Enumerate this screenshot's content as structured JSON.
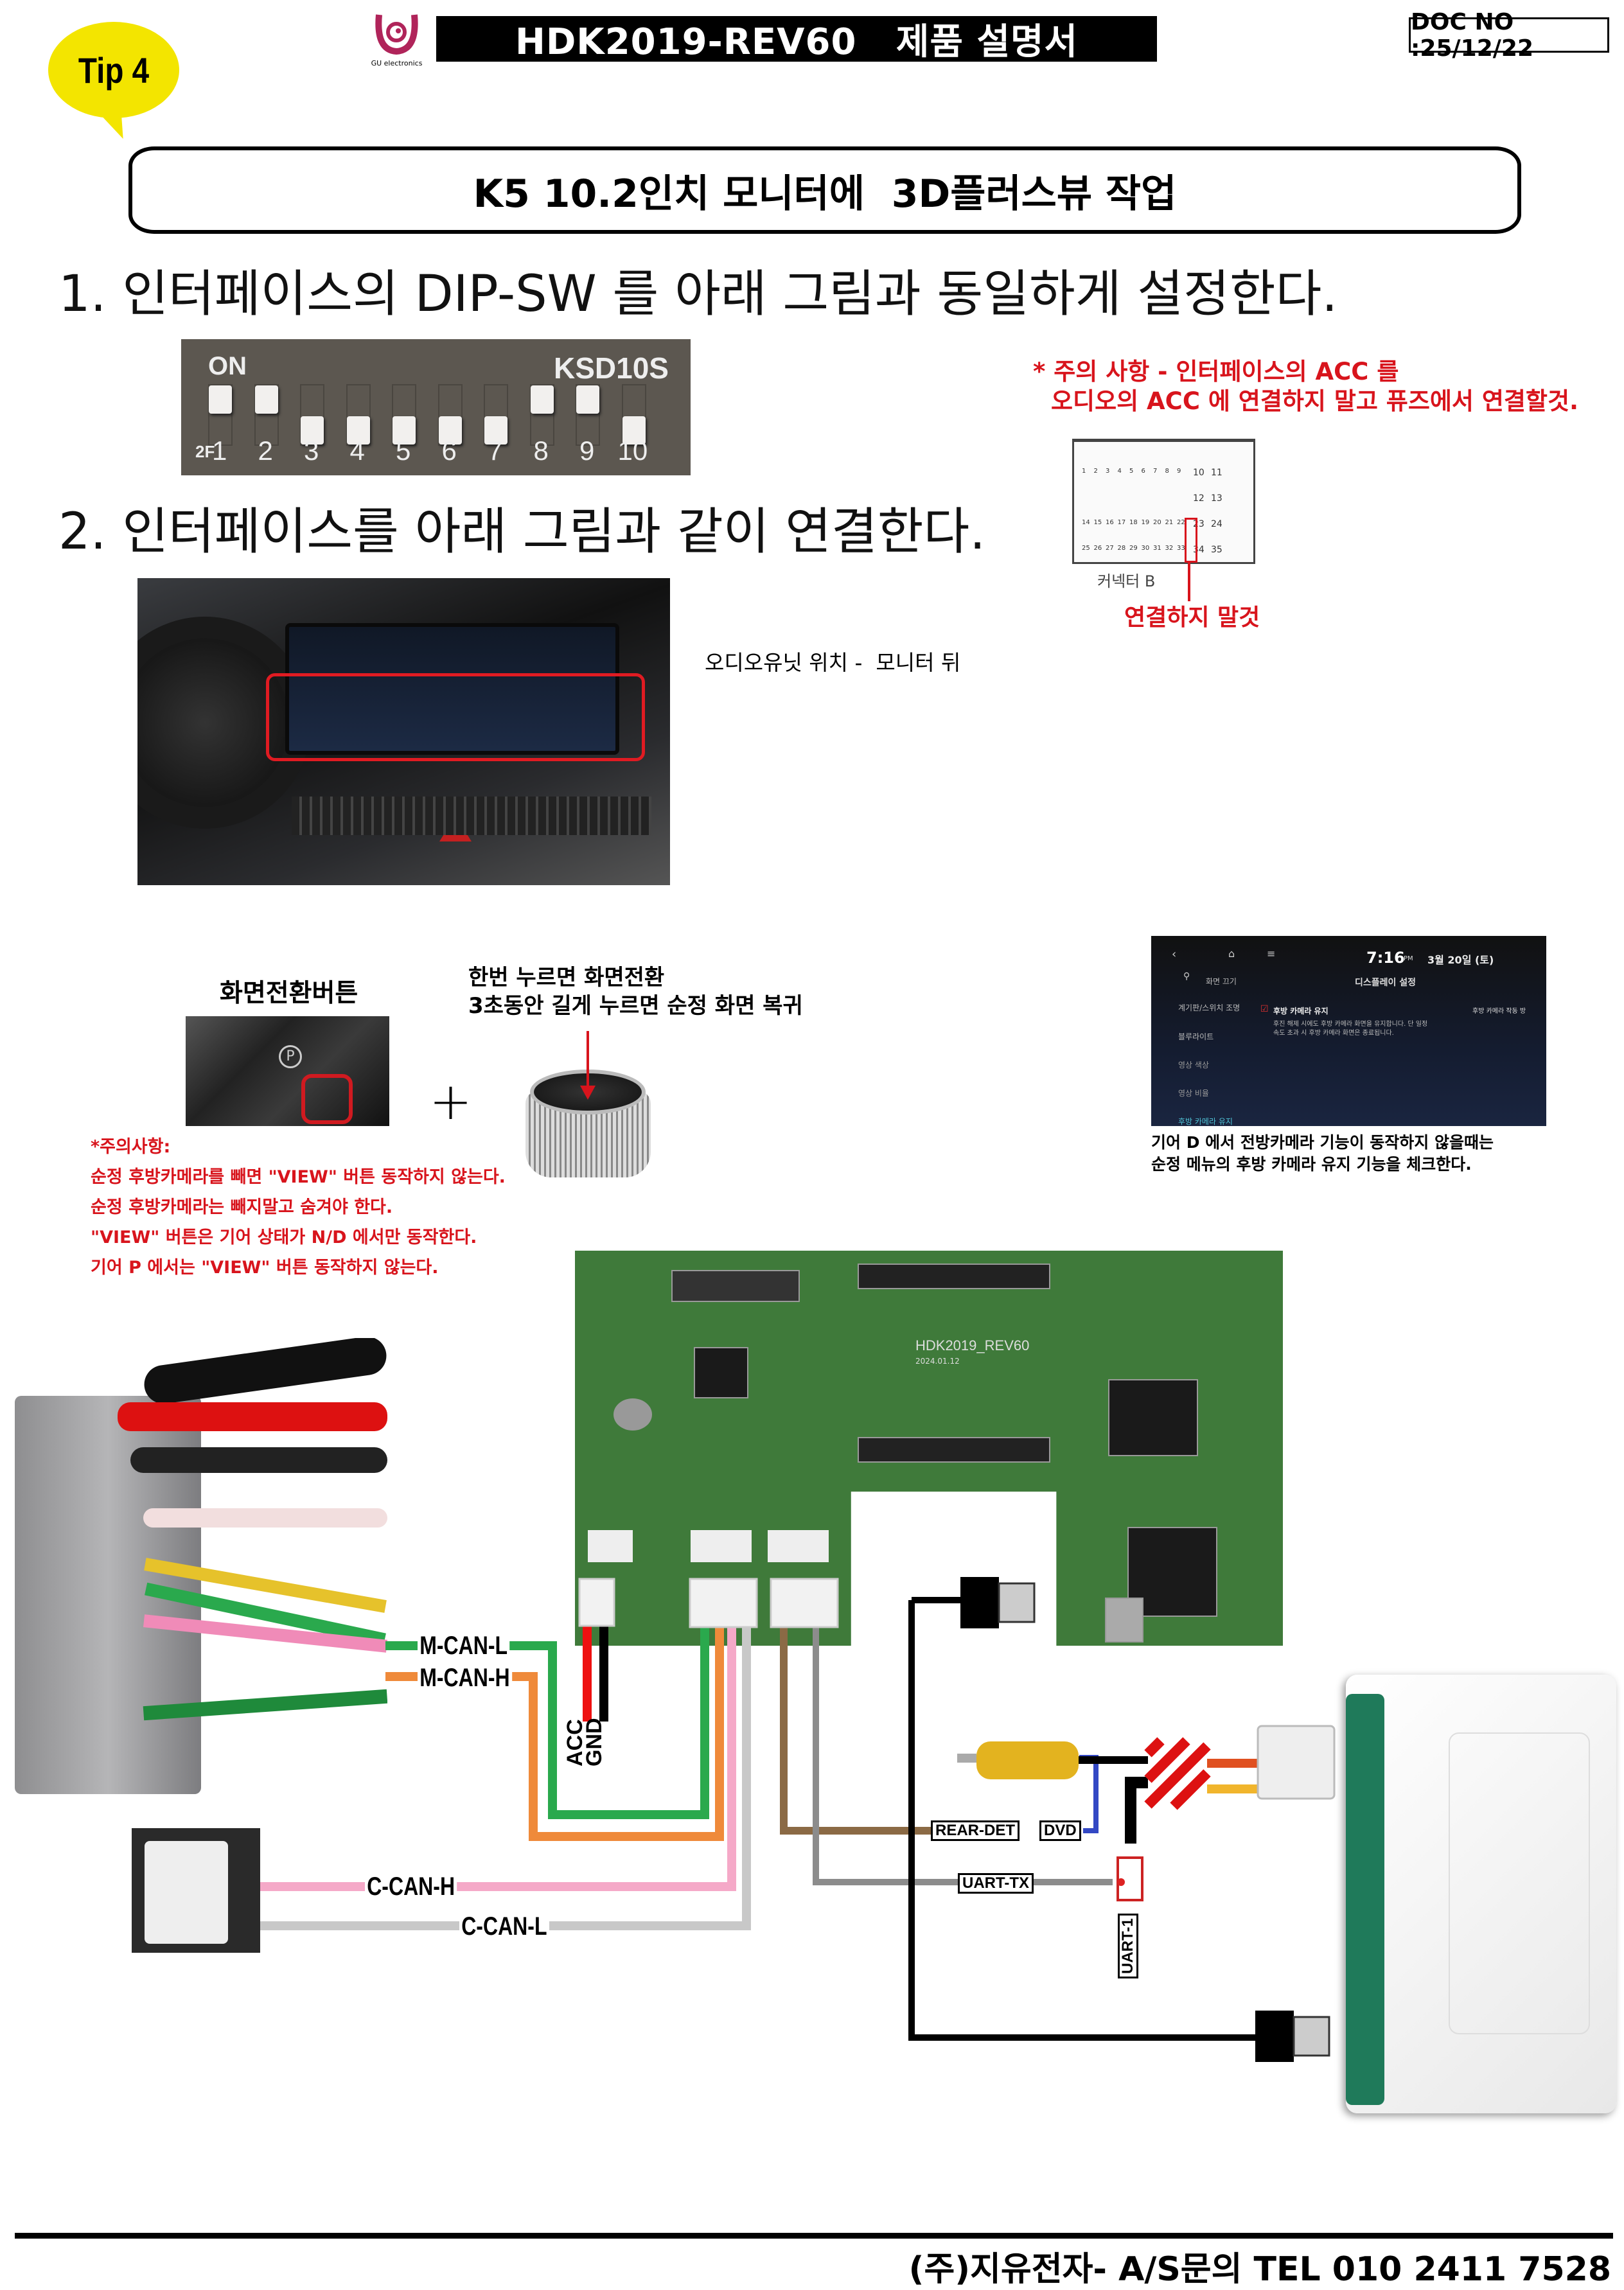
{
  "header": {
    "tip_label": "Tip 4",
    "logo_text": "GU electronics",
    "title": "HDK2019-REV60   제품 설명서",
    "doc_no": "DOC NO :25/12/22"
  },
  "main_title": "K5 10.2인치 모니터에  3D플러스뷰 작업",
  "step1": "1. 인터페이스의 DIP-SW 를 아래 그림과 동일하게 설정한다.",
  "dip_switch": {
    "on_label": "ON",
    "model": "KSD10S",
    "prefix": "2F",
    "numbers": [
      "1",
      "2",
      "3",
      "4",
      "5",
      "6",
      "7",
      "8",
      "9",
      "10"
    ],
    "on_positions": [
      1,
      2,
      8,
      9
    ]
  },
  "step2": "2. 인터페이스를 아래 그림과 같이 연결한다.",
  "warning": {
    "line1": "* 주의 사항 - 인터페이스의 ACC 를",
    "line2": "오디오의 ACC 에 연결하지 말고 퓨즈에서 연결할것.",
    "connector_label": "커넥터 B",
    "pin_rows": [
      [
        "1",
        "2",
        "3",
        "4",
        "5",
        "6",
        "7",
        "8",
        "9",
        "10",
        "11"
      ],
      [
        "12",
        "13"
      ],
      [
        "14",
        "15",
        "16",
        "17",
        "18",
        "19",
        "20",
        "21",
        "22",
        "23",
        "24"
      ],
      [
        "25",
        "26",
        "27",
        "28",
        "29",
        "30",
        "31",
        "32",
        "33",
        "34",
        "35"
      ]
    ],
    "do_not_connect": "연결하지 말것"
  },
  "audio_location": "오디오유닛 위치 -  모니터 뒤",
  "view_button": {
    "title": "화면전환버튼",
    "desc_line1": "한번 누르면 화면전환",
    "desc_line2": "3초동안 길게 누르면 순정 화면 복귀",
    "plus": "+"
  },
  "notes": [
    "*주의사항:",
    "순정 후방카메라를 빼면 \"VIEW\" 버튼 동작하지 않는다.",
    "순정 후방카메라는 빼지말고 숨겨야 한다.",
    "\"VIEW\" 버튼은 기어 상태가 N/D 에서만 동작한다.",
    "기어 P 에서는 \"VIEW\" 버튼 동작하지 않는다."
  ],
  "display_screen": {
    "time": "7:16",
    "ampm": "PM",
    "date": "3월 20일 (토)",
    "screen_title": "디스플레이 설정",
    "menu": [
      "화면 끄기",
      "계기판/스위치 조명",
      "블루라이트",
      "영상 색상",
      "영상 비율",
      "후방 카메라 유지"
    ],
    "option_title": "후방 카메라 유지",
    "option_desc1": "후진 해제 시에도 후방 카메라 화면을 유지합니다. 단 일정",
    "option_desc2": "속도 초과 시 후방 카메라 화면은 종료됩니다.",
    "right_label": "후방 카메라 작동 방"
  },
  "display_caption": {
    "line1": "기어 D 에서 전방카메라 기능이 동작하지 않을때는",
    "line2": "순정 메뉴의 후방 카메라 유지 기능을 체크한다."
  },
  "pcb": {
    "label": "HDK2019_REV60",
    "date": "2024.01.12"
  },
  "wiring": {
    "m_can_l": "M-CAN-L",
    "m_can_h": "M-CAN-H",
    "acc": "ACC",
    "gnd": "GND",
    "c_can_h": "C-CAN-H",
    "c_can_l": "C-CAN-L",
    "rear_det": "REAR-DET",
    "dvd": "DVD",
    "uart_tx": "UART-TX",
    "uart_1": "UART-1"
  },
  "footer": "(주)지유전자- A/S문의 TEL 010 2411 7528",
  "colors": {
    "accent_red": "#d8141c",
    "tip_yellow": "#f3e500",
    "pcb_green": "#3f7a3a"
  }
}
